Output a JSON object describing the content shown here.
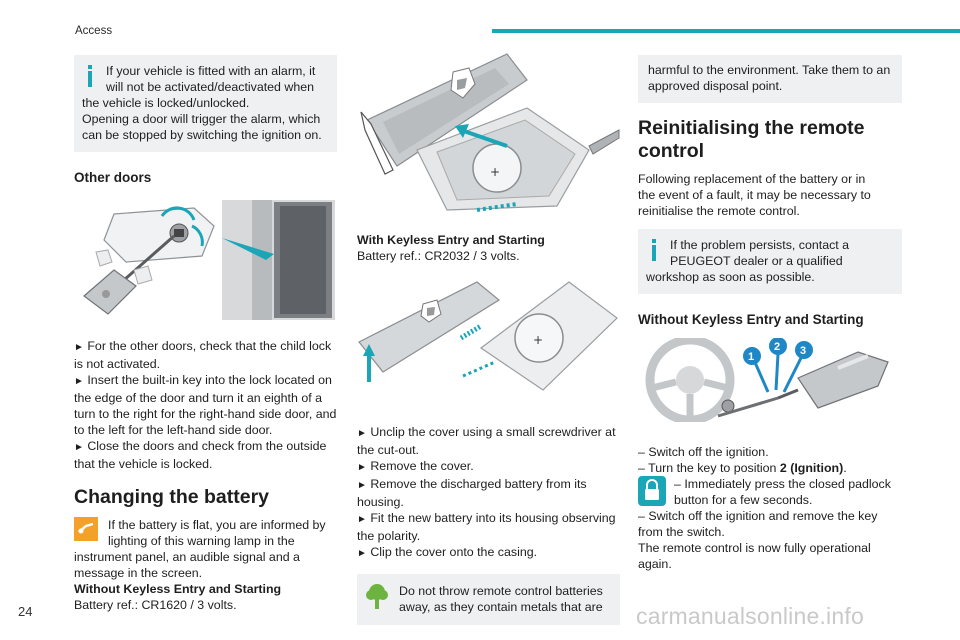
{
  "header": {
    "section": "Access"
  },
  "col1": {
    "alarm_note": [
      "If your vehicle is fitted with an alarm, it",
      "will not be activated/deactivated when",
      "the vehicle is locked/unlocked.",
      "Opening a door will trigger the alarm, which",
      "can be stopped by switching the ignition on."
    ],
    "other_doors_heading": "Other doors",
    "doors_steps": [
      "For the other doors, check that the child lock",
      "is not activated.",
      "Insert the built-in key into the lock located on",
      "the edge of the door and turn it an eighth of a",
      "turn to the right for the right-hand side door, and",
      "to the left for the left-hand side door.",
      "Close the doors and check from the outside",
      "that the vehicle is locked."
    ],
    "battery_heading": "Changing the battery",
    "battery_warning": [
      "If the battery is flat, you are informed by",
      "lighting of this warning lamp in the",
      "instrument panel, an audible signal and a",
      "message in the screen."
    ],
    "without_keyless": "Without Keyless Entry and Starting",
    "battery_ref_1": "Battery ref.: CR1620 / 3 volts."
  },
  "col2": {
    "with_keyless": "With Keyless Entry and Starting",
    "battery_ref_2": "Battery ref.: CR2032 / 3 volts.",
    "steps": [
      "Unclip the cover using a small screwdriver at",
      "the cut-out.",
      "Remove the cover.",
      "Remove the discharged battery from its",
      "housing.",
      "Fit the new battery into its housing observing",
      "the polarity.",
      "Clip the cover onto the casing."
    ],
    "eco_note": [
      "Do not throw remote control batteries",
      "away, as they contain metals that are"
    ]
  },
  "col3": {
    "eco_note_cont": [
      "harmful to the environment. Take them to an",
      "approved disposal point."
    ],
    "reinit_heading": [
      "Reinitialising the remote",
      "control"
    ],
    "reinit_intro": [
      "Following replacement of the battery or in",
      "the event of a fault, it may be necessary to",
      "reinitialise the remote control."
    ],
    "dealer_note": [
      "If the problem persists, contact a",
      "PEUGEOT dealer or a qualified",
      "workshop as soon as possible."
    ],
    "without_keyless_heading": "Without Keyless Entry and Starting",
    "callouts": [
      "1",
      "2",
      "3"
    ],
    "step_1": "– Switch off the ignition.",
    "step_2_pre": "– Turn the key to position ",
    "step_2_bold": "2 (Ignition)",
    "step_2_post": ".",
    "step_3": [
      "– Immediately press the closed padlock",
      "button for a few seconds."
    ],
    "step_4": [
      "– Switch off the ignition and remove the key",
      "from the switch."
    ],
    "final": [
      "The remote control is now fully operational",
      "again."
    ]
  },
  "footer": {
    "page_number": "24",
    "watermark": "carmanualsonline.info"
  },
  "colors": {
    "accent_teal": "#1aa6b7",
    "note_bg": "#eef0f1",
    "warning_orange": "#f4a12a",
    "eco_green": "#6db33f",
    "callout_blue": "#1e88c7"
  },
  "icons": {
    "step_marker": "►",
    "info": "info-icon",
    "warning_lamp": "battery-warning-lamp-icon",
    "eco": "tree-eco-icon",
    "padlock": "padlock-icon"
  }
}
